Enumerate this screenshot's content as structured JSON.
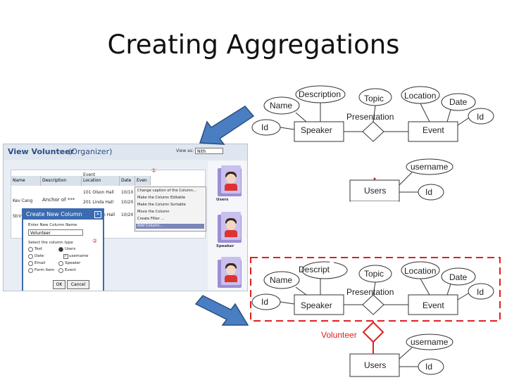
{
  "slide": {
    "title": "Creating Aggregations"
  },
  "screenshot": {
    "header_title": "View Volunteer",
    "header_sub": "(Organizer)",
    "view_as_label": "View as:",
    "view_as_value": "Nith",
    "columns": [
      "Name",
      "Description",
      "Location",
      "Date",
      "Even"
    ],
    "col_sub": "Event",
    "rows": [
      {
        "name": "Kev Cang",
        "description": "Anchor of ***",
        "location": "101 Olson Hall",
        "date": "10/10"
      },
      {
        "name": "Strin",
        "description": "",
        "location": "201 Linda Hall",
        "date": "10/20"
      },
      {
        "name": "",
        "description": "",
        "location": "n Hall",
        "date": "10/20"
      }
    ],
    "context_menu": [
      "Change caption of the Column...",
      "Make the Column Editable",
      "Make the Column Sortable",
      "Move the Column",
      "Create Filter ...",
      "Add Column..."
    ],
    "marker_1": "①",
    "marker_2": "②",
    "dialog": {
      "title": "Create New Column",
      "prompt": "Enter New Column Name",
      "value": "Volunteer",
      "type_label": "Select the column type",
      "types_left": [
        "Text",
        "Date",
        "Email",
        "Form Item"
      ],
      "types_right": [
        "Users",
        "username",
        "Speaker",
        "Event"
      ],
      "ok": "OK",
      "cancel": "Cancel"
    },
    "folders": [
      "Users",
      "Speaker",
      ""
    ]
  },
  "er_top": {
    "attrs": [
      "Description",
      "Topic",
      "Location",
      "Name",
      "Date",
      "Id",
      "Id"
    ],
    "relationship": "Presentation",
    "entities": [
      "Speaker",
      "Event"
    ],
    "users_attr": "username",
    "users_entity": "Users",
    "users_id": "Id"
  },
  "er_bottom": {
    "attrs": [
      "Descript",
      "Topic",
      "Location",
      "Name",
      "Date",
      "Id",
      "Id"
    ],
    "relationship": "Presentation",
    "entities": [
      "Speaker",
      "Event"
    ],
    "aggregation_rel": "Volunteer",
    "users_attr": "username",
    "users_entity": "Users",
    "users_id": "Id"
  },
  "colors": {
    "arrow_fill": "#4a7ec2",
    "arrow_stroke": "#2d4f80",
    "aggregation": "#e02020"
  }
}
